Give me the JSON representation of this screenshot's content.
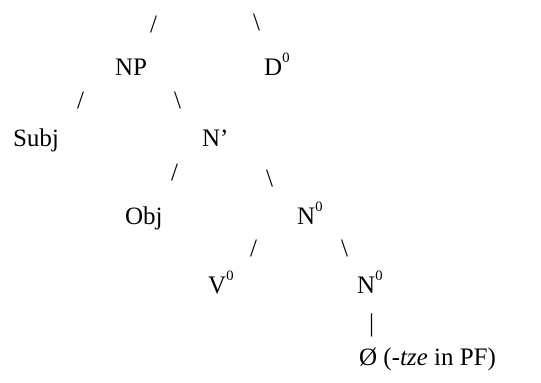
{
  "nodes": {
    "np": "NP",
    "d_base": "D",
    "d_sup": "0",
    "subj": "Subj",
    "n_bar": "N’",
    "obj": "Obj",
    "n0_upper_base": "N",
    "n0_upper_sup": "0",
    "v0_base": "V",
    "v0_sup": "0",
    "n0_lower_base": "N",
    "n0_lower_sup": "0",
    "null_head": "Ø (",
    "null_suffix": "-tze",
    "null_tail": " in PF)"
  },
  "branches": {
    "left": "/",
    "right": "\\",
    "vertical": "|"
  }
}
